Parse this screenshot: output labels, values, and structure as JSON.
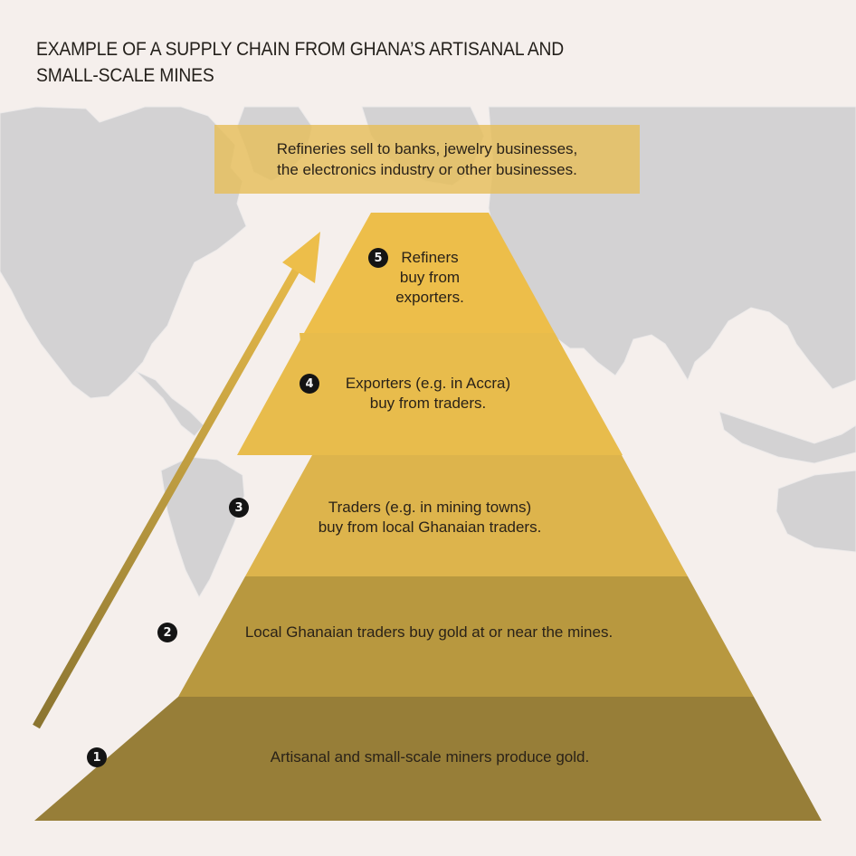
{
  "title": {
    "line1": "EXAMPLE OF A SUPPLY CHAIN FROM GHANA’S ARTISANAL AND",
    "line2": "SMALL-SCALE MINES"
  },
  "top_box": {
    "line1": "Refineries sell to banks, jewelry businesses,",
    "line2": "the electronics industry or other businesses.",
    "color": "#E6BE5A"
  },
  "tiers": [
    {
      "number": "1",
      "lines": [
        "Artisanal and small-scale miners produce gold."
      ],
      "color": "#977E38"
    },
    {
      "number": "2",
      "lines": [
        "Local Ghanaian traders buy gold at or near the mines."
      ],
      "color": "#B8983F"
    },
    {
      "number": "3",
      "lines": [
        "Traders (e.g. in mining towns)",
        "buy from local Ghanaian traders."
      ],
      "color": "#DDB44C"
    },
    {
      "number": "4",
      "lines": [
        "Exporters (e.g. in Accra)",
        "buy from traders."
      ],
      "color": "#E8BC4C"
    },
    {
      "number": "5",
      "lines": [
        "Refiners",
        "buy from",
        "exporters."
      ],
      "color": "#EDBE4A"
    }
  ],
  "icons": {
    "arrow": "upward-arrow-icon",
    "map": "world-map-background"
  },
  "colors": {
    "background": "#F5EFEC",
    "map_land": "#D3D2D3",
    "arrow_start": "#8A7430",
    "arrow_end": "#EDBE4A"
  }
}
